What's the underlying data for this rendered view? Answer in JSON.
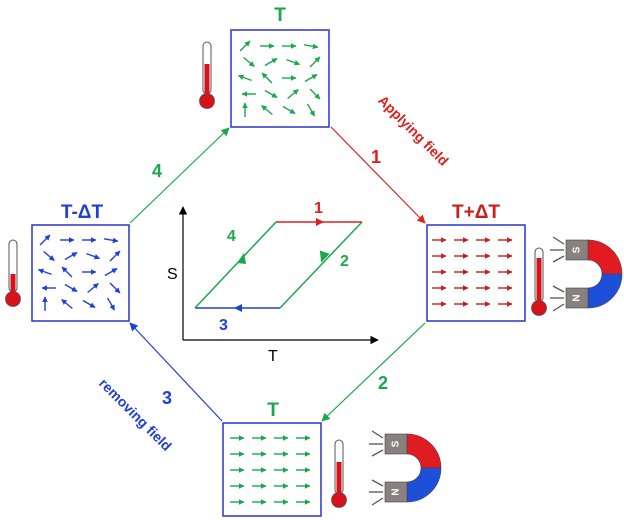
{
  "states": {
    "top": {
      "label": "T",
      "color": "#19a84c"
    },
    "right": {
      "label": "T+ΔT",
      "color": "#cc1b1b"
    },
    "bottom": {
      "label": "T",
      "color": "#19a84c"
    },
    "left": {
      "label": "T-ΔT",
      "color": "#1f3fd6"
    }
  },
  "transitions": {
    "step1": {
      "number": "1",
      "caption": "Applying field",
      "color": "#e0201e"
    },
    "step2": {
      "number": "2",
      "caption": "",
      "color": "#19a84c"
    },
    "step3": {
      "number": "3",
      "caption": "removing field",
      "color": "#1f3fd6"
    },
    "step4": {
      "number": "4",
      "caption": "",
      "color": "#19a84c"
    }
  },
  "magnet": {
    "north_label": "N",
    "south_label": "S"
  },
  "cycle_plot": {
    "x_label": "T",
    "y_label": "S",
    "segment_labels": {
      "s1": "1",
      "s2": "2",
      "s3": "3",
      "s4": "4"
    }
  },
  "colors": {
    "box_border": "#2a33c8",
    "thermo_red": "#d8121a",
    "magnet_red": "#e11b22",
    "magnet_blue": "#1e4fd8",
    "magnet_gray": "#8a8080"
  }
}
